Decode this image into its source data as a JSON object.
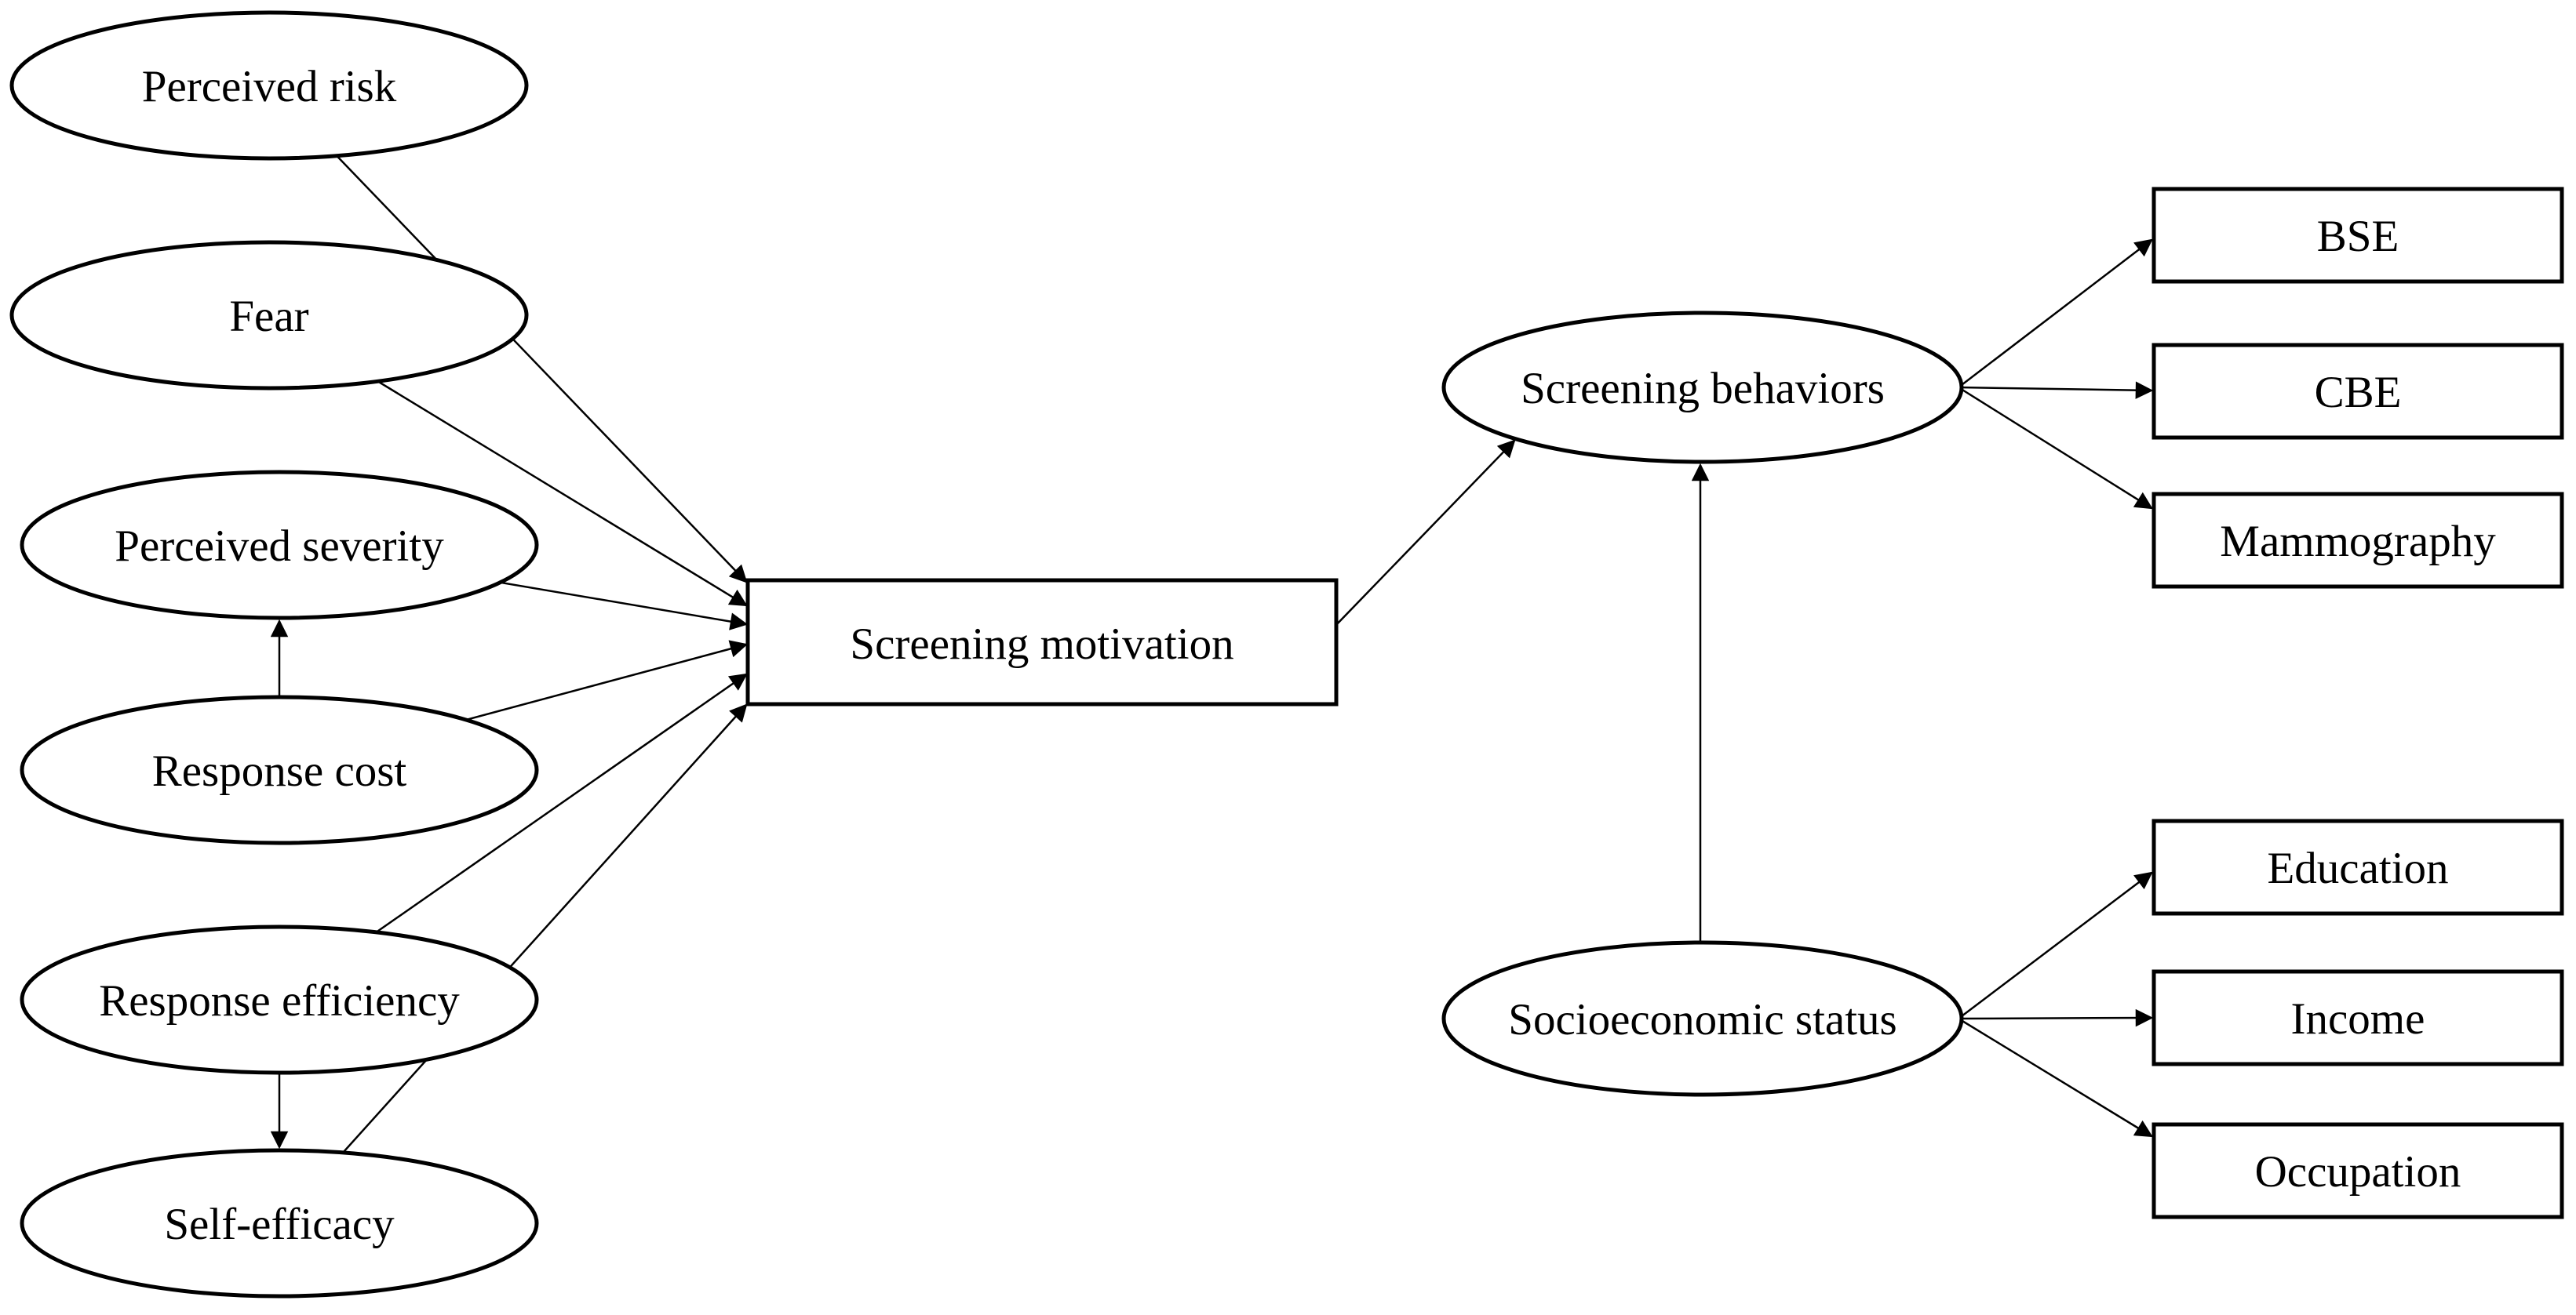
{
  "figure": {
    "type": "path-model-diagram",
    "background_color": "#ffffff",
    "stroke_color": "#000000",
    "text_color": "#000000",
    "nodes": {
      "perceived_risk": {
        "label": "Perceived risk",
        "shape": "ellipse"
      },
      "fear": {
        "label": "Fear",
        "shape": "ellipse"
      },
      "perceived_severity": {
        "label": "Perceived severity",
        "shape": "ellipse"
      },
      "response_cost": {
        "label": "Response cost",
        "shape": "ellipse"
      },
      "response_efficiency": {
        "label": "Response efficiency",
        "shape": "ellipse"
      },
      "self_efficacy": {
        "label": "Self-efficacy",
        "shape": "ellipse"
      },
      "screening_motivation": {
        "label": "Screening motivation",
        "shape": "rectangle"
      },
      "screening_behaviors": {
        "label": "Screening behaviors",
        "shape": "ellipse"
      },
      "bse": {
        "label": "BSE",
        "shape": "rectangle"
      },
      "cbe": {
        "label": "CBE",
        "shape": "rectangle"
      },
      "mammography": {
        "label": "Mammography",
        "shape": "rectangle"
      },
      "socioeconomic_status": {
        "label": "Socioeconomic status",
        "shape": "ellipse"
      },
      "education": {
        "label": "Education",
        "shape": "rectangle"
      },
      "income": {
        "label": "Income",
        "shape": "rectangle"
      },
      "occupation": {
        "label": "Occupation",
        "shape": "rectangle"
      }
    },
    "edges": [
      {
        "from": "perceived_risk",
        "to": "screening_motivation"
      },
      {
        "from": "fear",
        "to": "screening_motivation"
      },
      {
        "from": "perceived_severity",
        "to": "screening_motivation"
      },
      {
        "from": "response_cost",
        "to": "screening_motivation"
      },
      {
        "from": "response_efficiency",
        "to": "screening_motivation"
      },
      {
        "from": "self_efficacy",
        "to": "screening_motivation"
      },
      {
        "from": "response_cost",
        "to": "perceived_severity"
      },
      {
        "from": "response_efficiency",
        "to": "self_efficacy"
      },
      {
        "from": "screening_motivation",
        "to": "screening_behaviors"
      },
      {
        "from": "socioeconomic_status",
        "to": "screening_behaviors"
      },
      {
        "from": "screening_behaviors",
        "to": "bse"
      },
      {
        "from": "screening_behaviors",
        "to": "cbe"
      },
      {
        "from": "screening_behaviors",
        "to": "mammography"
      },
      {
        "from": "socioeconomic_status",
        "to": "education"
      },
      {
        "from": "socioeconomic_status",
        "to": "income"
      },
      {
        "from": "socioeconomic_status",
        "to": "occupation"
      }
    ]
  }
}
